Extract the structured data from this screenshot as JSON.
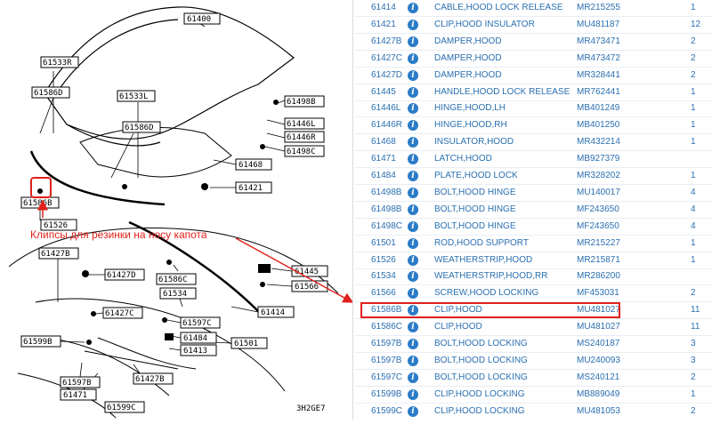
{
  "diagram": {
    "labels": {
      "l61400": "61400",
      "l61533R": "61533R",
      "l61586D_a": "61586D",
      "l61533L": "61533L",
      "l61586D_b": "61586D",
      "l61498B": "61498B",
      "l61446L": "61446L",
      "l61446R": "61446R",
      "l61498C": "61498C",
      "l61468": "61468",
      "l61421": "61421",
      "l61586B": "61586B",
      "l61526": "61526",
      "l61427B_a": "61427B",
      "l61427D": "61427D",
      "l61445": "61445",
      "l61566": "61566",
      "l61586C": "61586C",
      "l61534": "61534",
      "l61414": "61414",
      "l61427C": "61427C",
      "l61597C": "61597C",
      "l61599B": "61599B",
      "l61484": "61484",
      "l61501": "61501",
      "l61413": "61413",
      "l61597B": "61597B",
      "l61471": "61471",
      "l61427B_b": "61427B",
      "l61599C": "61599C",
      "code": "3H2GE7"
    },
    "annotation": "Клипсы для резинки на носу капота",
    "annotation_color": "#e0211b"
  },
  "parts": [
    {
      "no": "61414",
      "name": "CABLE,HOOD LOCK RELEASE",
      "pn": "MR215255",
      "qty": "1"
    },
    {
      "no": "61421",
      "name": "CLIP,HOOD INSULATOR",
      "pn": "MU481187",
      "qty": "12"
    },
    {
      "no": "61427B",
      "name": "DAMPER,HOOD",
      "pn": "MR473471",
      "qty": "2"
    },
    {
      "no": "61427C",
      "name": "DAMPER,HOOD",
      "pn": "MR473472",
      "qty": "2"
    },
    {
      "no": "61427D",
      "name": "DAMPER,HOOD",
      "pn": "MR328441",
      "qty": "2"
    },
    {
      "no": "61445",
      "name": "HANDLE,HOOD LOCK RELEASE",
      "pn": "MR762441",
      "qty": "1"
    },
    {
      "no": "61446L",
      "name": "HINGE,HOOD,LH",
      "pn": "MB401249",
      "qty": "1"
    },
    {
      "no": "61446R",
      "name": "HINGE,HOOD,RH",
      "pn": "MB401250",
      "qty": "1"
    },
    {
      "no": "61468",
      "name": "INSULATOR,HOOD",
      "pn": "MR432214",
      "qty": "1"
    },
    {
      "no": "61471",
      "name": "LATCH,HOOD",
      "pn": "MB927379",
      "qty": ""
    },
    {
      "no": "61484",
      "name": "PLATE,HOOD LOCK",
      "pn": "MR328202",
      "qty": "1"
    },
    {
      "no": "61498B",
      "name": "BOLT,HOOD HINGE",
      "pn": "MU140017",
      "qty": "4"
    },
    {
      "no": "61498B",
      "name": "BOLT,HOOD HINGE",
      "pn": "MF243650",
      "qty": "4"
    },
    {
      "no": "61498C",
      "name": "BOLT,HOOD HINGE",
      "pn": "MF243650",
      "qty": "4"
    },
    {
      "no": "61501",
      "name": "ROD,HOOD SUPPORT",
      "pn": "MR215227",
      "qty": "1"
    },
    {
      "no": "61526",
      "name": "WEATHERSTRIP,HOOD",
      "pn": "MR215871",
      "qty": "1"
    },
    {
      "no": "61534",
      "name": "WEATHERSTRIP,HOOD,RR",
      "pn": "MR286200",
      "qty": ""
    },
    {
      "no": "61566",
      "name": "SCREW,HOOD LOCKING",
      "pn": "MF453031",
      "qty": "2"
    },
    {
      "no": "61586B",
      "name": "CLIP,HOOD",
      "pn": "MU481027",
      "qty": "11"
    },
    {
      "no": "61586C",
      "name": "CLIP,HOOD",
      "pn": "MU481027",
      "qty": "11"
    },
    {
      "no": "61597B",
      "name": "BOLT,HOOD LOCKING",
      "pn": "MS240187",
      "qty": "3"
    },
    {
      "no": "61597B",
      "name": "BOLT,HOOD LOCKING",
      "pn": "MU240093",
      "qty": "3"
    },
    {
      "no": "61597C",
      "name": "BOLT,HOOD LOCKING",
      "pn": "MS240121",
      "qty": "2"
    },
    {
      "no": "61599B",
      "name": "CLIP,HOOD LOCKING",
      "pn": "MB889049",
      "qty": "1"
    },
    {
      "no": "61599C",
      "name": "CLIP,HOOD LOCKING",
      "pn": "MU481053",
      "qty": "2"
    }
  ],
  "highlight_color": "#e0211b",
  "info_icon_color": "#2b7cc7",
  "text_color": "#2a6fb0"
}
